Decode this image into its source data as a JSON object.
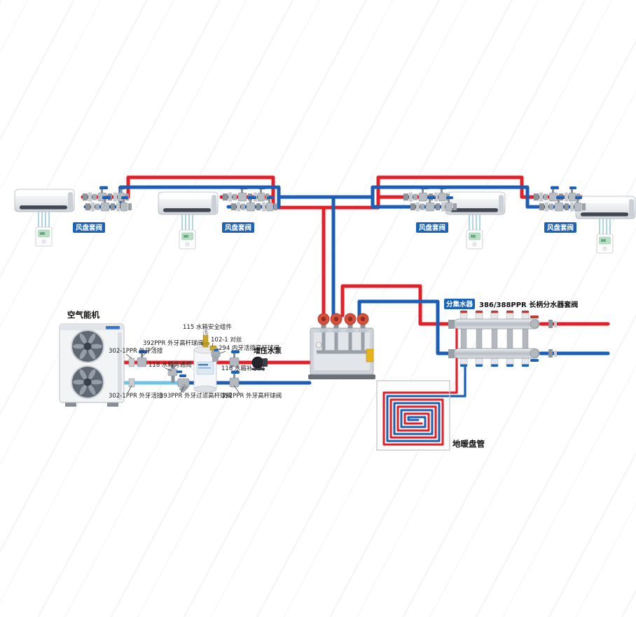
{
  "labels": {
    "fan_coil_valve": "风盘套阀",
    "heat_pump": "空气能机",
    "booster_pump": "增压水泵",
    "manifold_tag": "分集水器",
    "manifold_spec": "386/388PPR 长柄分水器套阀",
    "floor_coil": "地暖盘管"
  },
  "part_labels": [
    {
      "text": "115 水箱安全组件"
    },
    {
      "text": "102-1 对丝"
    },
    {
      "text": "294 内牙活接高杆球阀"
    },
    {
      "text": "392PPR 外牙高杆球阀"
    },
    {
      "text": "302-1PPR 外牙活接"
    },
    {
      "text": "118 水箱旁通阀"
    },
    {
      "text": "116 水箱补水阀"
    },
    {
      "text": "302-1PPR 外牙活接"
    },
    {
      "text": "393PPR 外牙过滤高杆球阀"
    },
    {
      "text": "392PPR 外牙高杆球阀"
    }
  ],
  "colors": {
    "supply_pipe": "#e32027",
    "return_pipe": "#1b5eb5",
    "makeup_pipe": "#6fc3e9",
    "label_box": "#1c63b7"
  }
}
